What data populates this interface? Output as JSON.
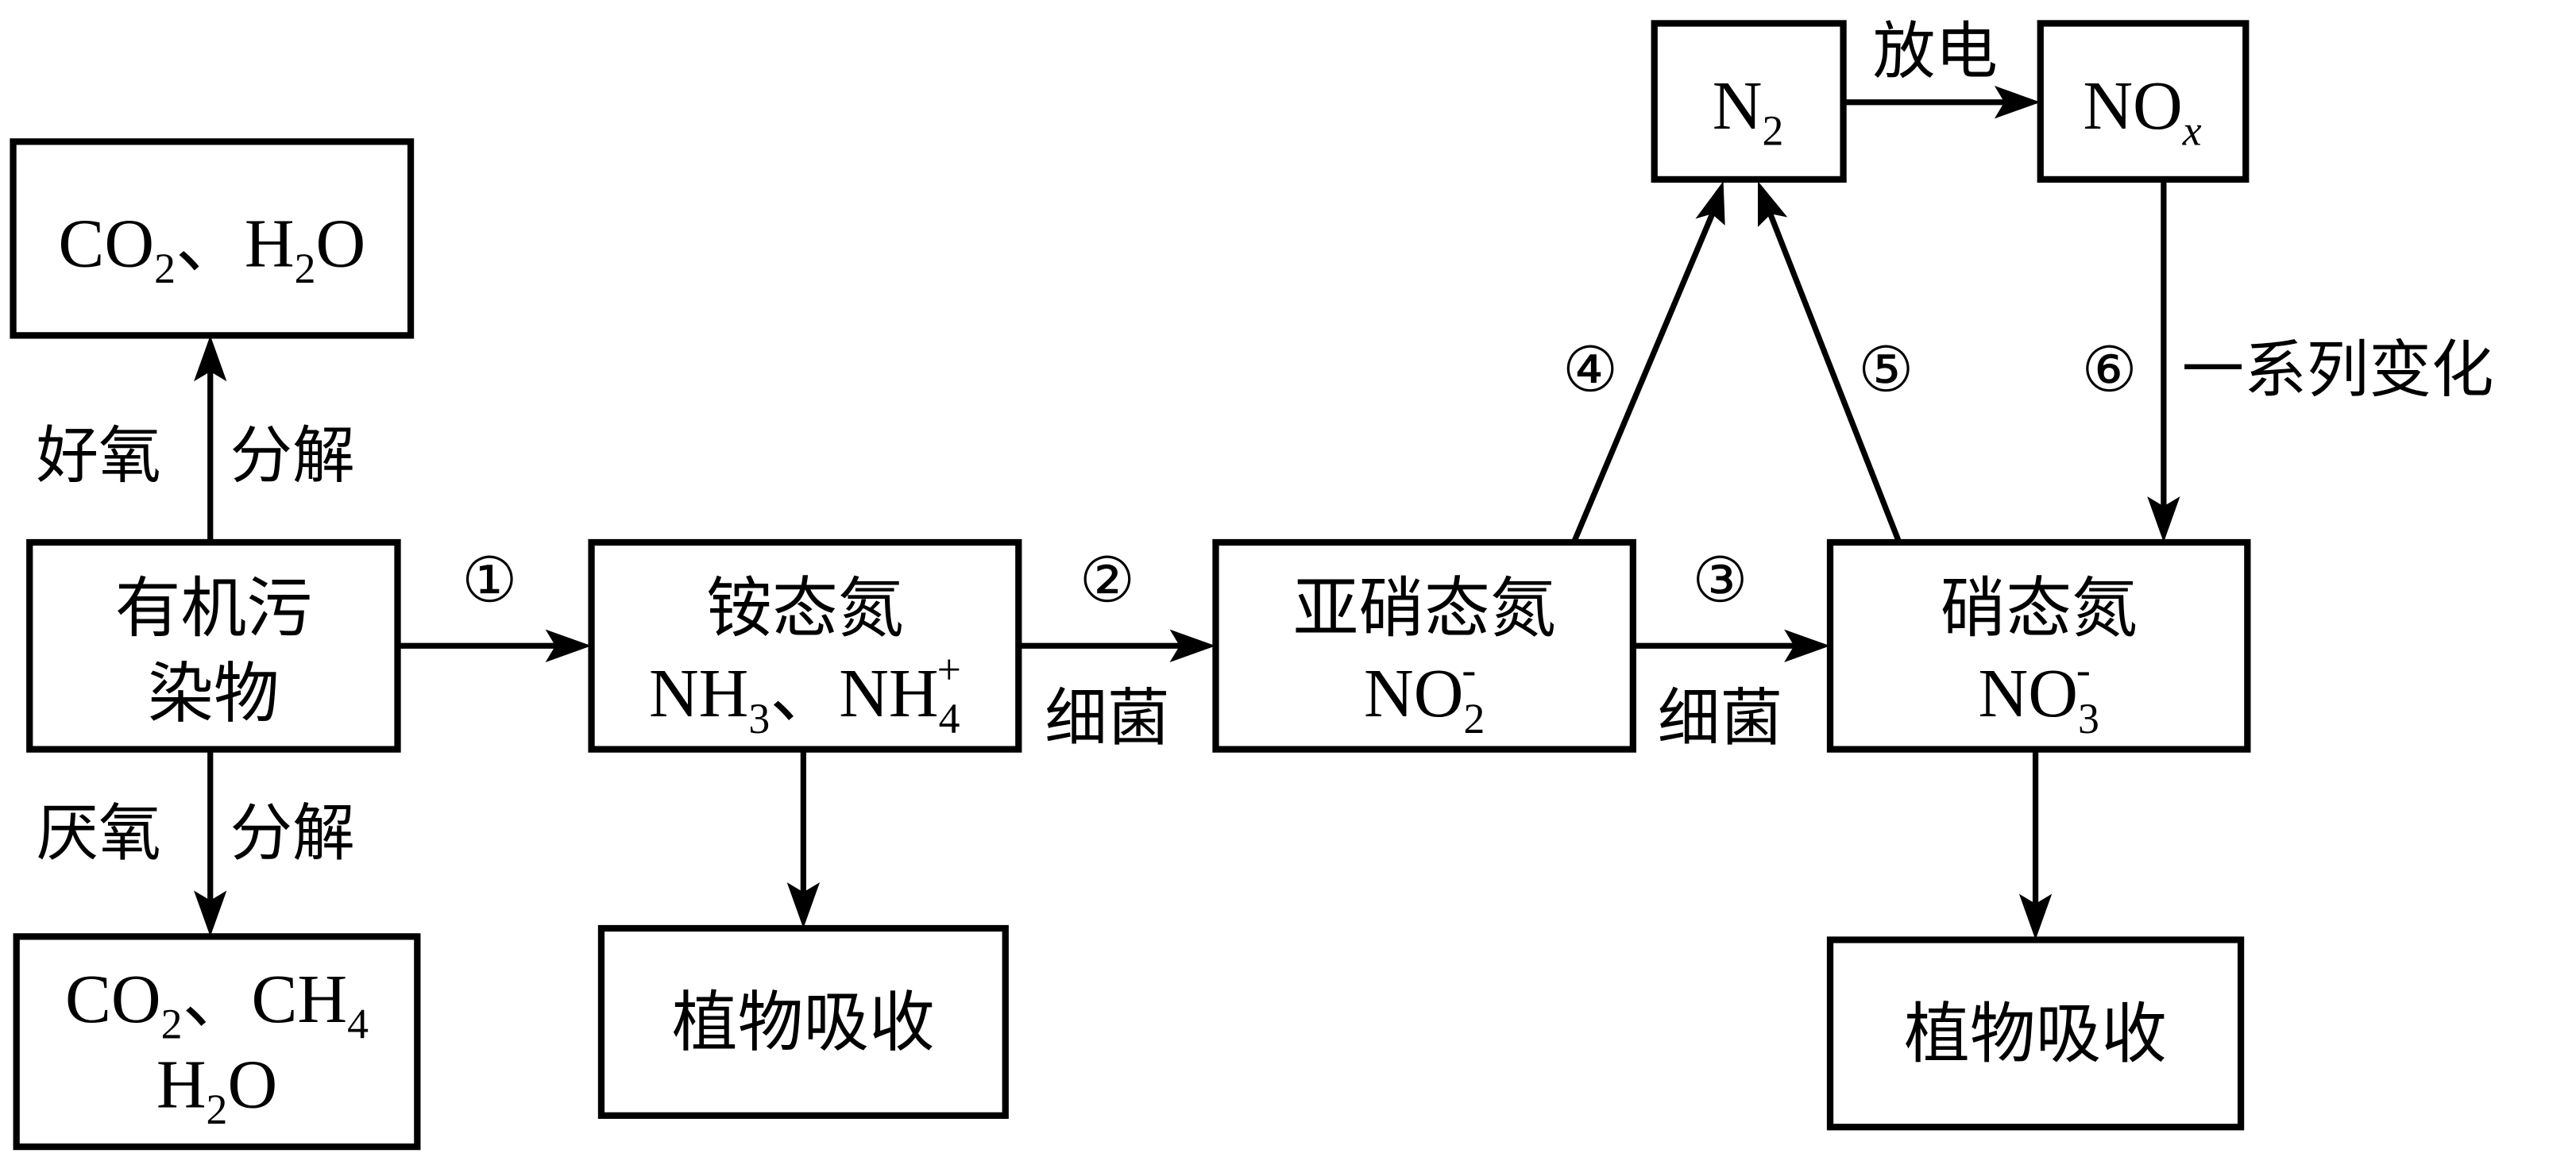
{
  "diagram": {
    "title": "",
    "nodes": {
      "organic": {
        "line1": "有机污",
        "line2": "染物"
      },
      "aerobic_product": {
        "main": "CO",
        "sub1": "2",
        "sep": "、",
        "h": "H",
        "sub2": "2",
        "o": "O"
      },
      "anaerobic_product": {
        "l1a": "CO",
        "l1sub": "2",
        "l1sep": "、",
        "l1b": "CH",
        "l1sub2": "4",
        "l2a": "H",
        "l2sub": "2",
        "l2b": "O"
      },
      "ammonium": {
        "line1": "铵态氮",
        "nh3": "NH",
        "nh3sub": "3",
        "sep": "、",
        "nh4": "NH",
        "nh4sub": "4",
        "nh4sup": "+"
      },
      "nitrite": {
        "line1": "亚硝态氮",
        "no": "NO",
        "sub": "2",
        "sup": "-"
      },
      "nitrate": {
        "line1": "硝态氮",
        "no": "NO",
        "sub": "3",
        "sup": "-"
      },
      "n2": {
        "n": "N",
        "sub": "2"
      },
      "nox": {
        "no": "NO",
        "sub": "x"
      },
      "plant1": {
        "label": "植物吸收"
      },
      "plant2": {
        "label": "植物吸收"
      }
    },
    "edges": {
      "aerobic": {
        "left": "好氧",
        "right": "分解"
      },
      "anaerobic": {
        "left": "厌氧",
        "right": "分解"
      },
      "step1": {
        "num": "①"
      },
      "step2": {
        "num": "②",
        "label": "细菌"
      },
      "step3": {
        "num": "③",
        "label": "细菌"
      },
      "step4": {
        "num": "④"
      },
      "step5": {
        "num": "⑤"
      },
      "step6": {
        "num": "⑥",
        "label": "一系列变化"
      },
      "discharge": {
        "label": "放电"
      }
    }
  }
}
